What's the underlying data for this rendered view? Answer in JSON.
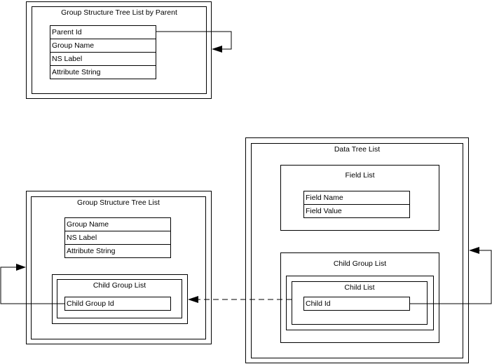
{
  "entities": {
    "group_structure_tree_list_by_parent": {
      "title": "Group Structure Tree List by Parent",
      "fields": [
        "Parent Id",
        "Group Name",
        "NS Label",
        "Attribute String"
      ]
    },
    "group_structure_tree_list": {
      "title": "Group Structure Tree List",
      "fields": [
        "Group Name",
        "NS Label",
        "Attribute String"
      ],
      "child_group_list": {
        "title": "Child Group List",
        "fields": [
          "Child Group Id"
        ]
      }
    },
    "data_tree_list": {
      "title": "Data Tree List",
      "field_list": {
        "title": "Field List",
        "fields": [
          "Field Name",
          "Field Value"
        ]
      },
      "child_group_list": {
        "title": "Child Group List",
        "child_list": {
          "title": "Child List",
          "fields": [
            "Child Id"
          ]
        }
      }
    }
  },
  "connectors": [
    {
      "from": "Parent Id",
      "to": "Group Structure Tree List by Parent",
      "style": "solid",
      "arrow": "filled"
    },
    {
      "from": "Child Group Id",
      "to": "Group Structure Tree List",
      "style": "solid",
      "arrow": "filled"
    },
    {
      "from": "Child Id",
      "to": "Child Group List",
      "style": "dashed",
      "arrow": "filled"
    },
    {
      "from": "Child Id",
      "to": "Data Tree List",
      "style": "solid",
      "arrow": "filled"
    }
  ]
}
